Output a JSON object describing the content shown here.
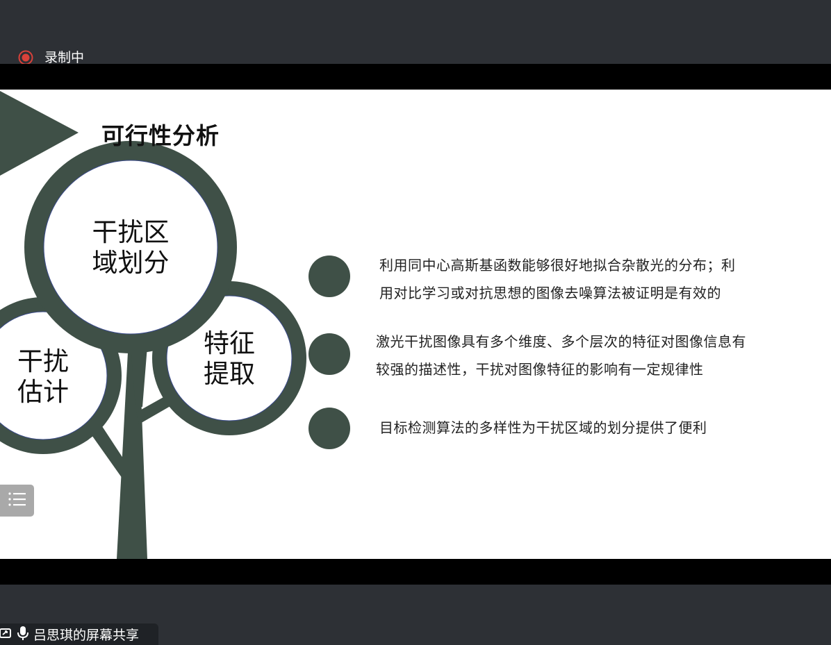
{
  "recording": {
    "status_label": "录制中",
    "icon": "record-icon"
  },
  "slide": {
    "title": "可行性分析",
    "nodes": {
      "region_division": [
        "干扰区",
        "域划分"
      ],
      "interference_estimation": [
        "干扰",
        "估计"
      ],
      "feature_extraction": [
        "特征",
        "提取"
      ]
    },
    "bullets": [
      {
        "lines": [
          "利用同中心高斯基函数能够很好地拟合杂散光的分布；利",
          "用对比学习或对抗思想的图像去噪算法被证明是有效的"
        ]
      },
      {
        "lines": [
          "激光干扰图像具有多个维度、多个层次的特征对图像信息有",
          "较强的描述性，干扰对图像特征的影响有一定规律性"
        ]
      },
      {
        "lines": [
          "目标检测算法的多样性为干扰区域的划分提供了便利"
        ]
      }
    ],
    "accent_color": "#3f5047"
  },
  "overlay": {
    "menu_icon": "list-menu-icon"
  },
  "share": {
    "label": "吕思琪的屏幕共享",
    "icons": [
      "screen-share-icon",
      "microphone-icon"
    ]
  },
  "colors": {
    "background": "#2d3035",
    "band": "#000000",
    "record_red": "#d9413a"
  }
}
